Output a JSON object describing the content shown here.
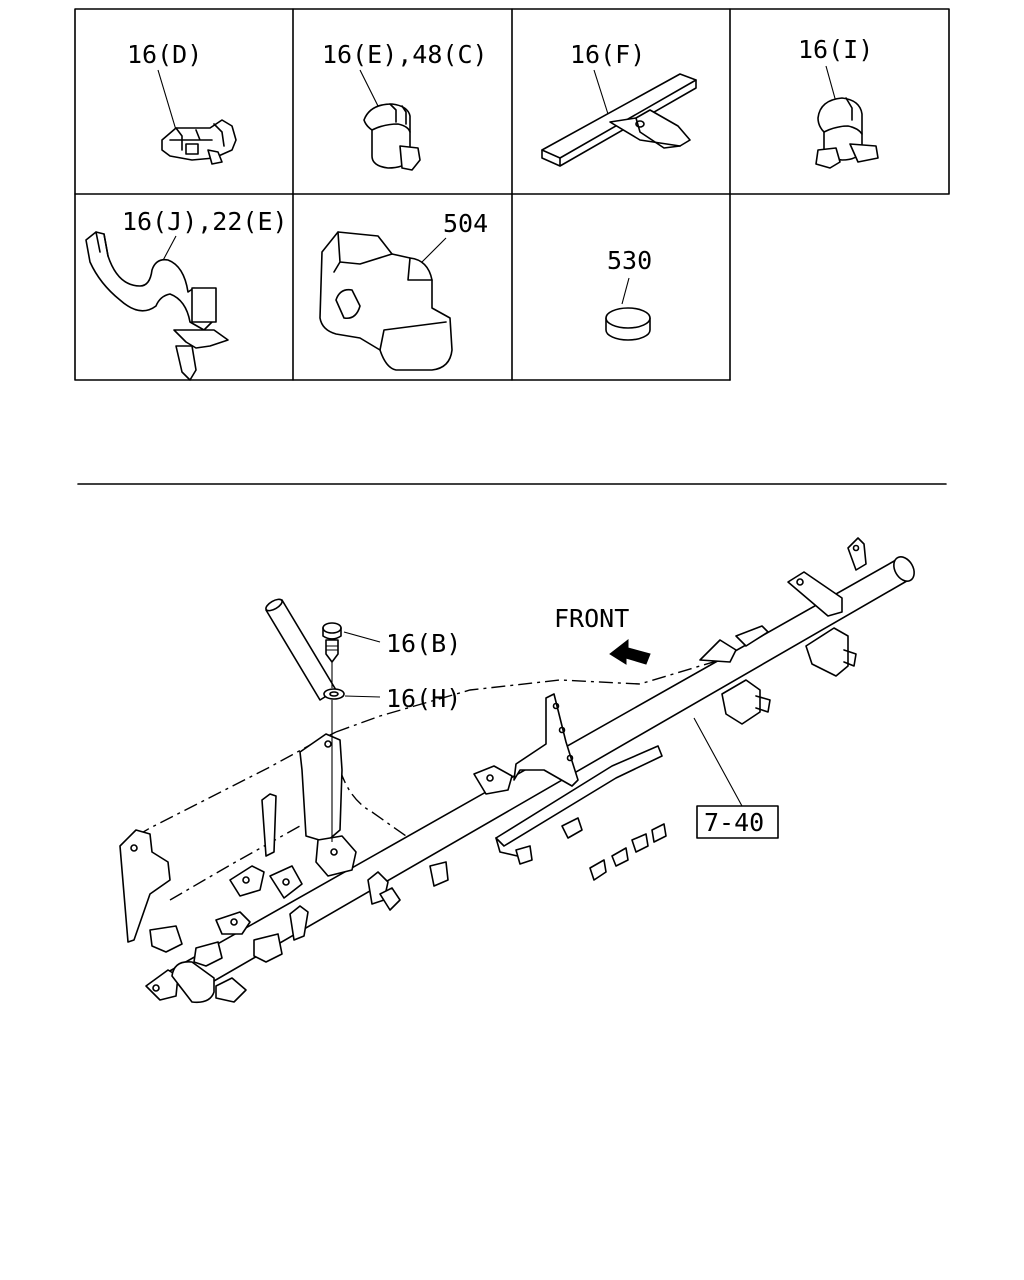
{
  "parts_grid": {
    "cells": [
      {
        "label": "16(D)"
      },
      {
        "label": "16(E),48(C)"
      },
      {
        "label": "16(F)"
      },
      {
        "label": "16(I)"
      },
      {
        "label": "16(J),22(E)"
      },
      {
        "label": "504"
      },
      {
        "label": "530"
      }
    ]
  },
  "assembly": {
    "direction_label": "FRONT",
    "callouts": [
      {
        "label": "16(B)"
      },
      {
        "label": "16(H)"
      }
    ],
    "reference_box": "7-40"
  }
}
